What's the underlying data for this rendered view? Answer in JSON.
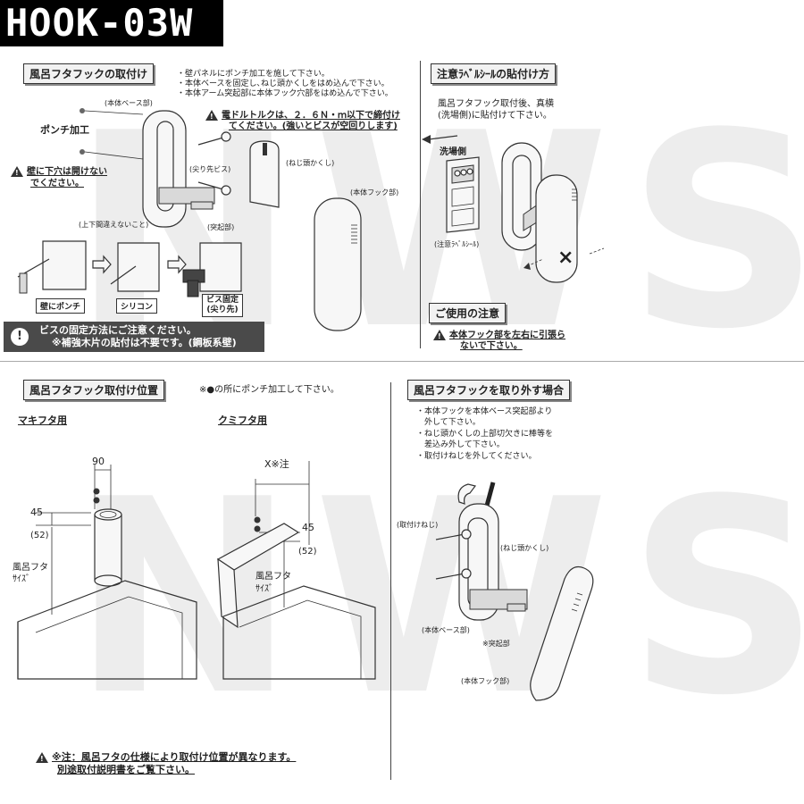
{
  "model": "HOOK-03W",
  "watermark": {
    "row1": "NWS",
    "row2": "NWS"
  },
  "install": {
    "heading": "風呂フタフックの取付け",
    "notes": [
      "・壁パネルにポンチ加工を施して下さい。",
      "・本体ベースを固定し､ねじ頭かくしをはめ込んで下さい。",
      "・本体アーム突起部に本体フック穴部をはめ込んで下さい。"
    ],
    "label_base": "(本体ベース部)",
    "label_punch": "ポンチ加工",
    "warn_wall_1": "壁に下穴は開けない",
    "warn_wall_2": "でください。",
    "torque_1": "電ドルトルクは、２．６Ｎ・ｍ以下で締付け",
    "torque_2": "てください。(強いとビスが空回りします)",
    "label_cap": "(ねじ頭かくし)",
    "label_screw": "(尖り先ビス)",
    "label_hook": "(本体フック部)",
    "label_updown": "(上下間違えないこと)",
    "label_protrusion": "(突起部)",
    "step1": "壁にポンチ",
    "step2": "シリコン",
    "step3_1": "ビス固定",
    "step3_2": "(尖り先)",
    "caution_1": "ビスの固定方法にご注意ください。",
    "caution_2": "※補強木片の貼付は不要です。(鋼板系壁)"
  },
  "seal": {
    "heading": "注意ﾗﾍﾞﾙｼｰﾙの貼付け方",
    "desc_1": "風呂フタフック取付後、真横",
    "desc_2": "(洗場側)に貼付けて下さい。",
    "label_wash": "洗場側",
    "label_seal": "(注意ﾗﾍﾞﾙｼｰﾙ)",
    "mark_x": "×"
  },
  "usage": {
    "heading": "ご使用の注意",
    "warn_1": "本体フック部を左右に引張ら",
    "warn_2": "ないで下さい。"
  },
  "position": {
    "heading": "風呂フタフック取付け位置",
    "note": "※●の所にポンチ加工して下さい。",
    "maki_label": "マキフタ用",
    "kumi_label": "クミフタ用",
    "dim_90": "90",
    "dim_45a": "45",
    "dim_52a": "(52)",
    "size_a_1": "風呂フタ",
    "size_a_2": "ｻｲｽﾞ",
    "dim_x": "X※注",
    "dim_45b": "45",
    "dim_52b": "(52)",
    "size_b_1": "風呂フタ",
    "size_b_2": "ｻｲｽﾞ",
    "footnote_1": "※注：風呂フタの仕様により取付け位置が異なります。",
    "footnote_2": "別途取付説明書をご覧下さい。"
  },
  "remove": {
    "heading": "風呂フタフックを取り外す場合",
    "notes": [
      "・本体フックを本体ベース突起部より",
      "　外して下さい。",
      "・ねじ頭かくしの上部切欠きに棒等を",
      "　差込み外して下さい。",
      "・取付けねじを外してください。"
    ],
    "label_screw": "(取付けねじ)",
    "label_cap": "(ねじ頭かくし)",
    "label_base": "(本体ベース部)",
    "label_protrusion": "※突起部",
    "label_hook": "(本体フック部)"
  }
}
